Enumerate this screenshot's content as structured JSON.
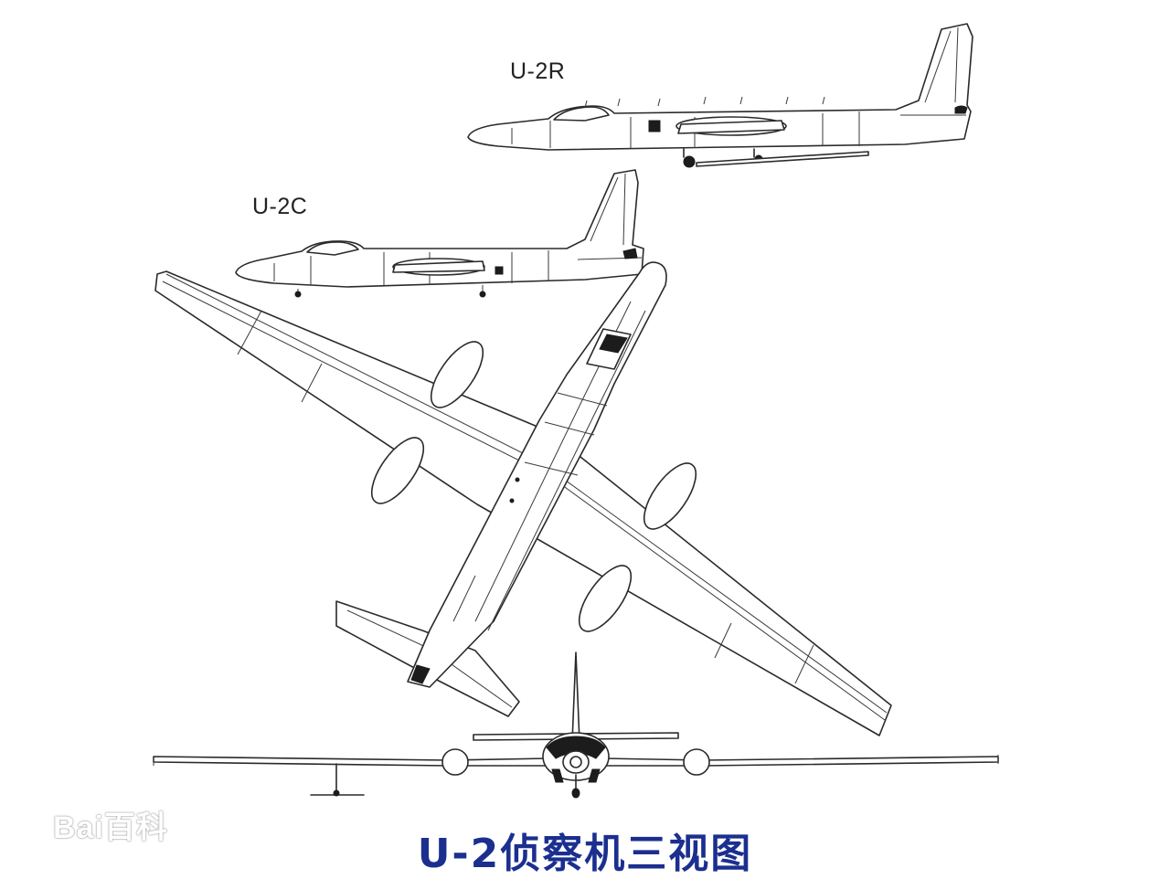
{
  "labels": {
    "u2r": "U-2R",
    "u2c": "U-2C"
  },
  "caption": "U-2侦察机三视图",
  "watermark": "Bai百科"
}
